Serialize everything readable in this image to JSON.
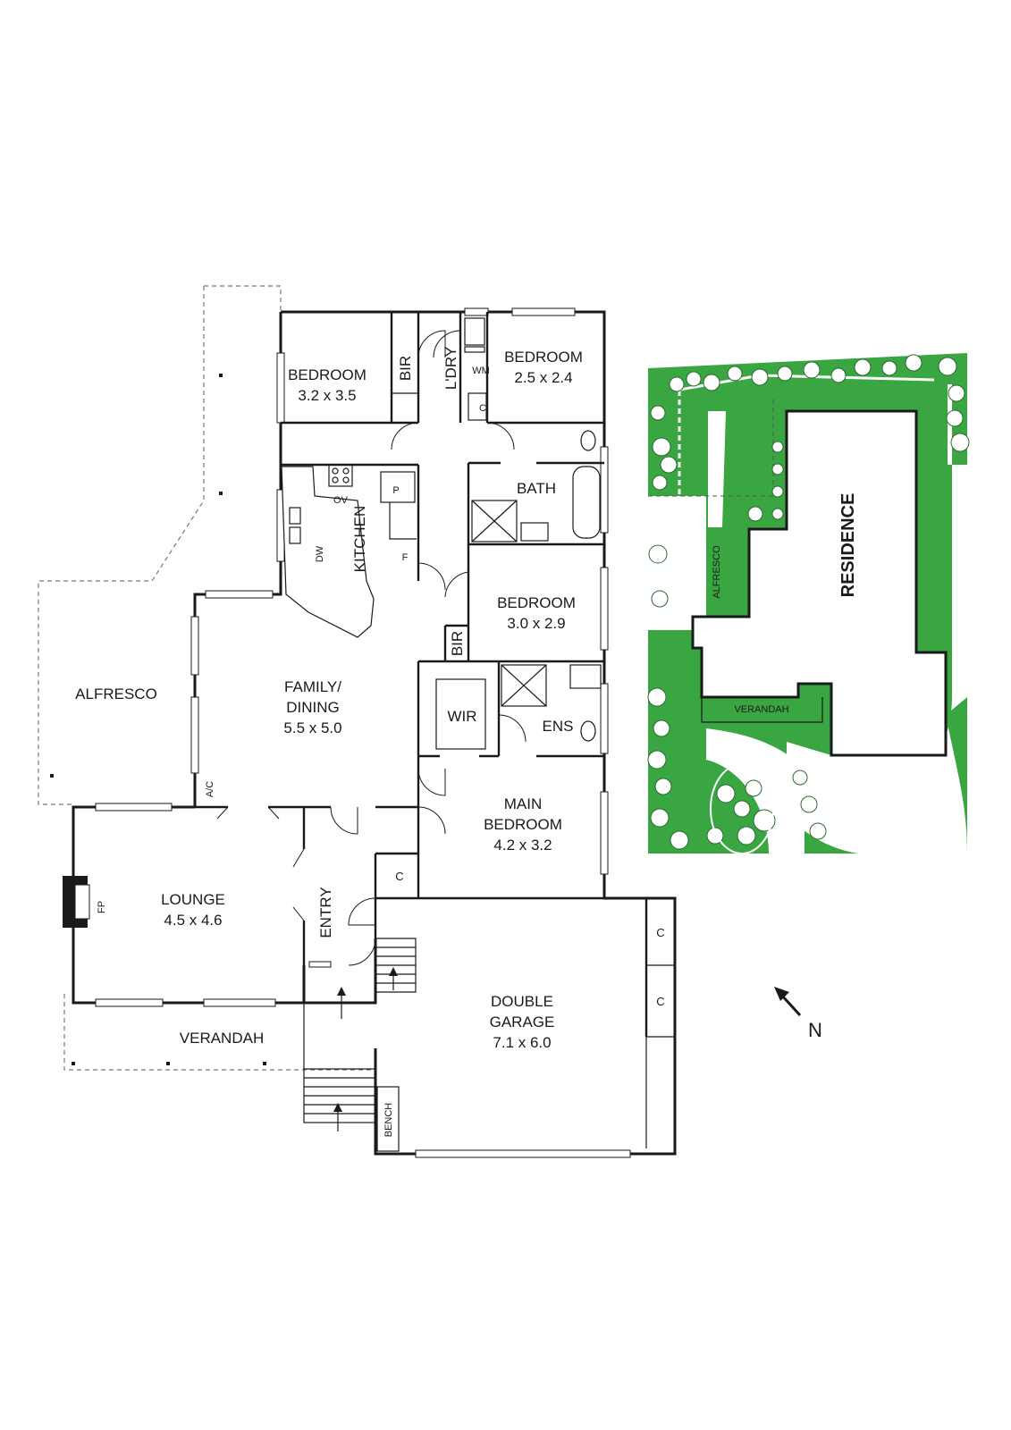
{
  "floor_plan": {
    "bedroom_1": {
      "name": "BEDROOM",
      "size": "3.2 x 3.5"
    },
    "bir_1": "BIR",
    "laundry": "L'DRY",
    "wm": "WM",
    "c_laundry": "C",
    "bedroom_2": {
      "name": "BEDROOM",
      "size": "2.5 x 2.4"
    },
    "bath": "BATH",
    "kitchen": "KITCHEN",
    "ov": "OV",
    "p": "P",
    "dw": "DW",
    "f": "F",
    "bedroom_3": {
      "name": "BEDROOM",
      "size": "3.0 x 2.9"
    },
    "bir_2": "BIR",
    "alfresco": "ALFRESCO",
    "family": {
      "name_line1": "FAMILY/",
      "name_line2": "DINING",
      "size": "5.5 x 5.0"
    },
    "wir": "WIR",
    "ens": "ENS",
    "ac": "A/C",
    "main_bedroom": {
      "name_line1": "MAIN",
      "name_line2": "BEDROOM",
      "size": "4.2 x 3.2"
    },
    "c_hall": "C",
    "lounge": {
      "name": "LOUNGE",
      "size": "4.5 x 4.6"
    },
    "fp": "FP",
    "entry": "ENTRY",
    "c_garage_1": "C",
    "c_garage_2": "C",
    "garage": {
      "name_line1": "DOUBLE",
      "name_line2": "GARAGE",
      "size": "7.1 x 6.0"
    },
    "verandah": "VERANDAH",
    "bench": "BENCH",
    "north": "N"
  },
  "site_plan": {
    "residence": "RESIDENCE",
    "alfresco": "ALFRESCO",
    "verandah": "VERANDAH",
    "lawn_color": "#3aa641"
  }
}
